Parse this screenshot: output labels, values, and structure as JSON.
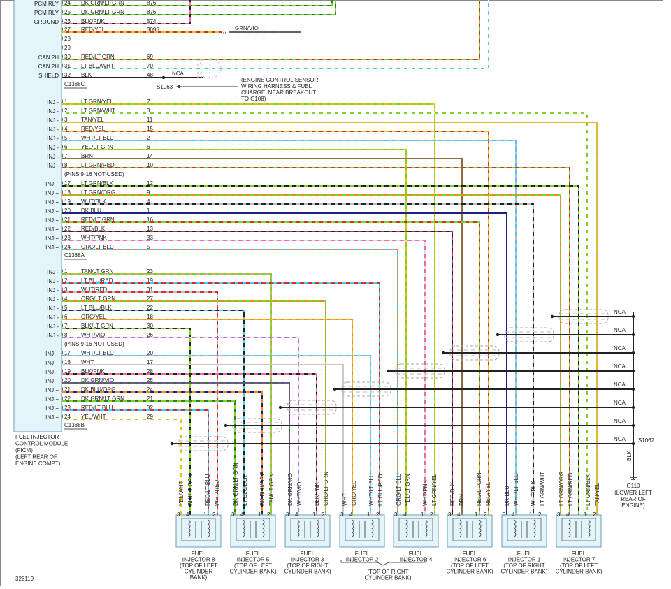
{
  "figure_id": "326119",
  "module": {
    "lines": [
      "FUEL INJECTOR",
      "CONTROL MODULE",
      "(FICM)",
      "(LEFT REAR OF",
      "ENGINE COMPT)"
    ]
  },
  "conn_c": {
    "name": "C1388C",
    "pins": [
      {
        "pin": "24",
        "label": "PCM RLY",
        "color": "DK GRN/LT GRN",
        "circuit": "876",
        "c1": "#2e7d32",
        "c2": "#7ed321"
      },
      {
        "pin": "25",
        "label": "PCM RLY",
        "color": "DK GRN/LT GRN",
        "circuit": "876",
        "c1": "#2e7d32",
        "c2": "#7ed321"
      },
      {
        "pin": "26",
        "label": "GROUND",
        "color": "BLK/PNK",
        "circuit": "574",
        "c1": "#222222",
        "c2": "#f06aa6"
      },
      {
        "pin": "27",
        "label": "",
        "color": "RED/YEL",
        "circuit": "3098",
        "c1": "#d32f2f",
        "c2": "#e8c000"
      },
      {
        "pin": "28",
        "label": "",
        "color": "",
        "circuit": "",
        "c1": "",
        "c2": ""
      },
      {
        "pin": "29",
        "label": "",
        "color": "",
        "circuit": "",
        "c1": "",
        "c2": ""
      },
      {
        "pin": "30",
        "label": "CAN 2H",
        "color": "RED/LT GRN",
        "circuit": "69",
        "c1": "#d32f2f",
        "c2": "#7ed321"
      },
      {
        "pin": "31",
        "label": "CAN 2H",
        "color": "LT BLU/WHT",
        "circuit": "70",
        "c1": "#4fc3f7",
        "c2": "#ffffff"
      },
      {
        "pin": "32",
        "label": "SHIELD",
        "color": "BLK",
        "circuit": "48",
        "c1": "#222222",
        "c2": ""
      }
    ],
    "grn_vio_label": "GRN/VIO",
    "nca": "NCA",
    "splice": "S1063",
    "note": [
      "(ENGINE CONTROL SENSOR",
      "WIRING HARNESS & FUEL",
      "CHARGE, NEAR BREAKOUT",
      "TO G108)"
    ]
  },
  "conn_a": {
    "name": "C1388A",
    "not_used": "(PINS 9-16 NOT USED)",
    "pins": [
      {
        "pin": "1",
        "label": "INJ -",
        "color": "LT GRN/YEL",
        "circuit": "7",
        "c1": "#7ed321",
        "c2": "#e8c000",
        "gx": 622
      },
      {
        "pin": "2",
        "label": "INJ -",
        "color": "LT GRN/WHT",
        "circuit": "3",
        "c1": "#7ed321",
        "c2": "#ffffff",
        "gx": 840
      },
      {
        "pin": "3",
        "label": "INJ -",
        "color": "TAN/YEL",
        "circuit": "11",
        "c1": "#c8b27a",
        "c2": "#e8c000",
        "gx": 854
      },
      {
        "pin": "4",
        "label": "INJ -",
        "color": "RED/YEL",
        "circuit": "15",
        "c1": "#d32f2f",
        "c2": "#e8c000",
        "gx": 699
      },
      {
        "pin": "5",
        "label": "INJ -",
        "color": "WHT/LT BLU",
        "circuit": "2",
        "c1": "#bdbdbd",
        "c2": "#4fc3f7",
        "gx": 738
      },
      {
        "pin": "6",
        "label": "INJ -",
        "color": "YEL/LT GRN",
        "circuit": "6",
        "c1": "#e8c000",
        "c2": "#7ed321",
        "gx": 581
      },
      {
        "pin": "7",
        "label": "INJ -",
        "color": "BRN",
        "circuit": "14",
        "c1": "#8d6e3f",
        "c2": "",
        "gx": 661
      },
      {
        "pin": "8",
        "label": "INJ -",
        "color": "LT GRN/RED",
        "circuit": "10",
        "c1": "#7ed321",
        "c2": "#d32f2f",
        "gx": 815
      },
      {
        "pin": "17",
        "label": "INJ +",
        "color": "LT GRN/BLK",
        "circuit": "12",
        "c1": "#7ed321",
        "c2": "#222222",
        "gx": 828
      },
      {
        "pin": "18",
        "label": "INJ +",
        "color": "LT GRN/ORG",
        "circuit": "9",
        "c1": "#7ed321",
        "c2": "#f5871f",
        "gx": 802
      },
      {
        "pin": "19",
        "label": "INJ +",
        "color": "WHT/BLK",
        "circuit": "4",
        "c1": "#bdbdbd",
        "c2": "#222222",
        "gx": 763
      },
      {
        "pin": "20",
        "label": "INJ +",
        "color": "DK BLU",
        "circuit": "1",
        "c1": "#1a237e",
        "c2": "",
        "gx": 725
      },
      {
        "pin": "21",
        "label": "INJ +",
        "color": "RED/LT GRN",
        "circuit": "16",
        "c1": "#d32f2f",
        "c2": "#7ed321",
        "gx": 686
      },
      {
        "pin": "22",
        "label": "INJ +",
        "color": "RED/BLK",
        "circuit": "13",
        "c1": "#d32f2f",
        "c2": "#222222",
        "gx": 647
      },
      {
        "pin": "23",
        "label": "INJ +",
        "color": "WHT/PNK",
        "circuit": "33",
        "c1": "#e0e0e0",
        "c2": "#f06aa6",
        "gx": 608
      },
      {
        "pin": "24",
        "label": "INJ +",
        "color": "ORG/LT BLU",
        "circuit": "5",
        "c1": "#f5871f",
        "c2": "#4fc3f7",
        "gx": 569
      }
    ]
  },
  "conn_b": {
    "name": "C1388B",
    "not_used": "(PINS 9-16 NOT USED)",
    "pins": [
      {
        "pin": "1",
        "label": "INJ -",
        "color": "TAN/LT GRN",
        "circuit": "23",
        "c1": "#c8b27a",
        "c2": "#7ed321",
        "gx": 388
      },
      {
        "pin": "2",
        "label": "INJ -",
        "color": "LT BLU/RED",
        "circuit": "19",
        "c1": "#4fc3f7",
        "c2": "#d32f2f",
        "gx": 543
      },
      {
        "pin": "3",
        "label": "INJ -",
        "color": "WHT/RED",
        "circuit": "31",
        "c1": "#bdbdbd",
        "c2": "#d32f2f",
        "gx": 311
      },
      {
        "pin": "4",
        "label": "INJ -",
        "color": "ORG/LT GRN",
        "circuit": "27",
        "c1": "#f5871f",
        "c2": "#7ed321",
        "gx": 466
      },
      {
        "pin": "5",
        "label": "INJ -",
        "color": "LT BLU/BLK",
        "circuit": "22",
        "c1": "#4fc3f7",
        "c2": "#222222",
        "gx": 349
      },
      {
        "pin": "6",
        "label": "INJ -",
        "color": "ORG/YEL",
        "circuit": "18",
        "c1": "#f5871f",
        "c2": "#e8c000",
        "gx": 504
      },
      {
        "pin": "7",
        "label": "INJ -",
        "color": "BLK/LT GRN",
        "circuit": "30",
        "c1": "#222222",
        "c2": "#7ed321",
        "gx": 272
      },
      {
        "pin": "8",
        "label": "INJ -",
        "color": "WHT/VIO",
        "circuit": "26",
        "c1": "#e0e0e0",
        "c2": "#c06ad8",
        "gx": 427
      },
      {
        "pin": "17",
        "label": "INJ +",
        "color": "WHT/LT BLU",
        "circuit": "20",
        "c1": "#bdbdbd",
        "c2": "#4fc3f7",
        "gx": 530
      },
      {
        "pin": "18",
        "label": "INJ +",
        "color": "WHT",
        "circuit": "17",
        "c1": "#c8c8c8",
        "c2": "",
        "gx": 491
      },
      {
        "pin": "19",
        "label": "INJ +",
        "color": "BLK/PNK",
        "circuit": "28",
        "c1": "#222222",
        "c2": "#f06aa6",
        "gx": 453
      },
      {
        "pin": "20",
        "label": "INJ +",
        "color": "DK GRN/VIO",
        "circuit": "25",
        "c1": "#2e7d32",
        "c2": "#8e44ad",
        "gx": 414
      },
      {
        "pin": "21",
        "label": "INJ +",
        "color": "DK BLU/ORG",
        "circuit": "24",
        "c1": "#1a237e",
        "c2": "#f5871f",
        "gx": 375
      },
      {
        "pin": "22",
        "label": "INJ +",
        "color": "DK GRN/LT GRN",
        "circuit": "21",
        "c1": "#2e7d32",
        "c2": "#7ed321",
        "gx": 336
      },
      {
        "pin": "23",
        "label": "INJ +",
        "color": "RED/LT BLU",
        "circuit": "32",
        "c1": "#d32f2f",
        "c2": "#4fc3f7",
        "gx": 298
      },
      {
        "pin": "24",
        "label": "INJ +",
        "color": "YEL/WHT",
        "circuit": "29",
        "c1": "#e8c000",
        "c2": "#ffffff",
        "gx": 259
      }
    ]
  },
  "ground": {
    "nca": "NCA",
    "splice": "S1062",
    "wire": "BLK",
    "name": "G110",
    "loc": [
      "(LOWER LEFT",
      "REAR OF",
      "ENGINE)"
    ]
  },
  "injectors": [
    {
      "title": [
        "FUEL",
        "INJECTOR 8",
        "(TOP OF LEFT",
        "CYLINDER",
        "BANK)"
      ],
      "wires": [
        "YEL/WHT",
        "BLK/LT GRN",
        "RED/LT BLU",
        "WHT/RED"
      ],
      "pins": [
        "3",
        "4",
        "1",
        "2"
      ]
    },
    {
      "title": [
        "FUEL",
        "INJECTOR 5",
        "(TOP OF LEFT",
        "CYLINDER BANK)"
      ],
      "wires": [
        "DK GRN/LT GRN",
        "LT BLU/BLK",
        "DK BLU/ORG",
        "TAN/LT GRN"
      ],
      "pins": [
        "3",
        "4",
        "1",
        "2"
      ]
    },
    {
      "title": [
        "FUEL",
        "INJECTOR 3",
        "(TOP OF RIGHT",
        "CYLINDER BANK)"
      ],
      "wires": [
        "DK GRN/VIO",
        "WHT/VIO",
        "BLK/PNK",
        "ORG/LT GRN"
      ],
      "pins": [
        "3",
        "4",
        "1",
        "2"
      ]
    },
    {
      "title": [
        "FUEL",
        "INJECTOR 2"
      ],
      "wires": [
        "WHT",
        "ORG/YEL",
        "WHT/LT BLU",
        "LT BLU/RED"
      ],
      "pins": [
        "3",
        "4",
        "1",
        "2"
      ]
    },
    {
      "title": [
        "FUEL",
        "INJECTOR 4"
      ],
      "wires": [
        "ORG/LT BLU",
        "YEL/LT GRN",
        "WHT/PNK",
        "LT GRN/YEL"
      ],
      "pins": [
        "3",
        "4",
        "1",
        "2"
      ]
    },
    {
      "title": [
        "FUEL",
        "INJECTOR 6",
        "(TOP OF LEFT",
        "CYLINDER BANK)"
      ],
      "wires": [
        "RED/BLK",
        "BRN",
        "RED/LT GRN",
        "RED/YEL"
      ],
      "pins": [
        "3",
        "4",
        "1",
        "2"
      ]
    },
    {
      "title": [
        "FUEL",
        "INJECTOR 1",
        "(TOP OF RIGHT",
        "CYLINDER BANK)"
      ],
      "wires": [
        "DK BLU",
        "WHT/LT BLU",
        "WHT/BLK",
        "LT GRN/WHT"
      ],
      "pins": [
        "3",
        "4",
        "1",
        "2"
      ]
    },
    {
      "title": [
        "FUEL",
        "INJECTOR 7",
        "(TOP OF LEFT",
        "CYLINDER BANK)"
      ],
      "wires": [
        "LT GRN/ORG",
        "LT GRN/RED",
        "LT GRN/BLK",
        "TAN/YEL"
      ],
      "pins": [
        "3",
        "4",
        "1",
        "2"
      ]
    }
  ],
  "injector_2_4_note": [
    "(TOP OF RIGHT",
    "CYLINDER BANK)"
  ]
}
